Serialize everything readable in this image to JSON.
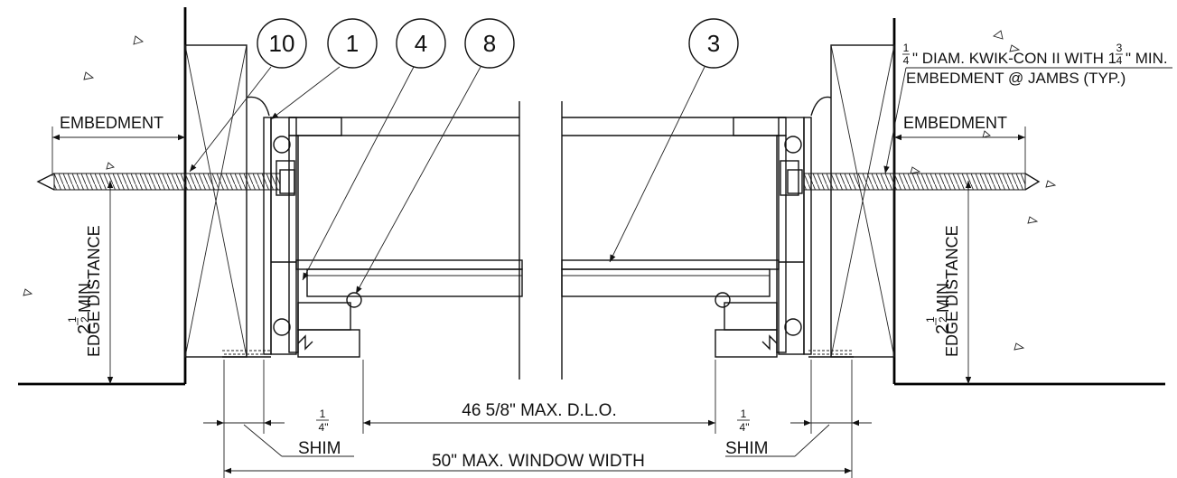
{
  "callouts": {
    "c10": "10",
    "c1": "1",
    "c4": "4",
    "c8": "8",
    "c3": "3"
  },
  "labels": {
    "embedment_left": "EMBEDMENT",
    "embedment_right": "EMBEDMENT",
    "anchor_note_fraction_num": "1",
    "anchor_note_fraction_den": "4",
    "anchor_note_line1": "\" DIAM. KWIK-CON II WITH 1",
    "anchor_note_frac2_num": "3",
    "anchor_note_frac2_den": "4",
    "anchor_note_line1_end": "\" MIN.",
    "anchor_note_line2": "EMBEDMENT @ JAMBS (TYP.)",
    "edge_distance_left": "EDGE DISTANCE",
    "edge_distance_right": "EDGE DISTANCE",
    "min_left_whole": "2",
    "min_left_num": "1",
    "min_left_den": "2",
    "min_left_text": "MIN.",
    "min_right_whole": "2",
    "min_right_num": "1",
    "min_right_den": "2",
    "min_right_text": "MIN.",
    "dlo": "46 5/8\" MAX. D.L.O.",
    "window_width": "50\" MAX. WINDOW WIDTH",
    "shim_left": "SHIM",
    "shim_right": "SHIM",
    "shim_left_num": "1",
    "shim_left_den": "4\"",
    "shim_right_num": "1",
    "shim_right_den": "4\""
  }
}
